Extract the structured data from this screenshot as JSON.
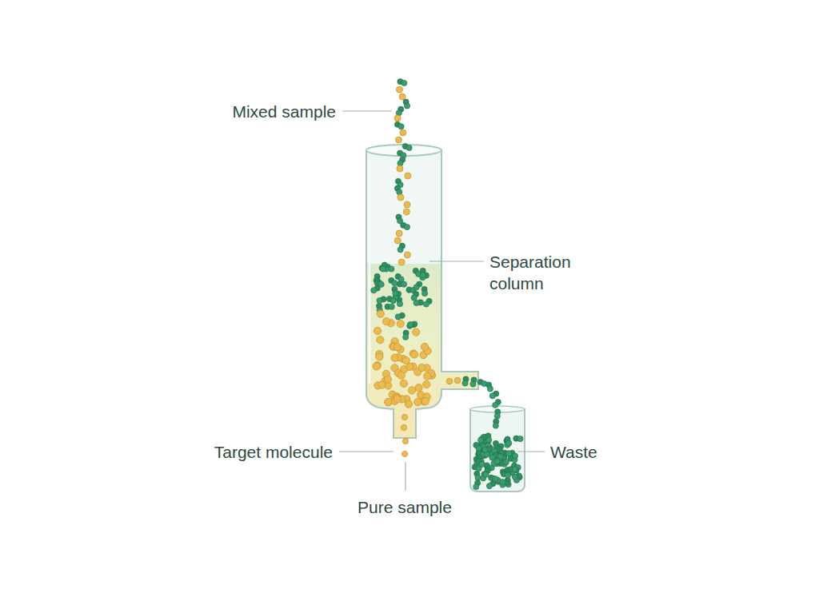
{
  "diagram": {
    "labels": [
      "Mixed sample",
      "Separation column",
      "Target molecule",
      "Pure sample",
      "Waste"
    ]
  }
}
